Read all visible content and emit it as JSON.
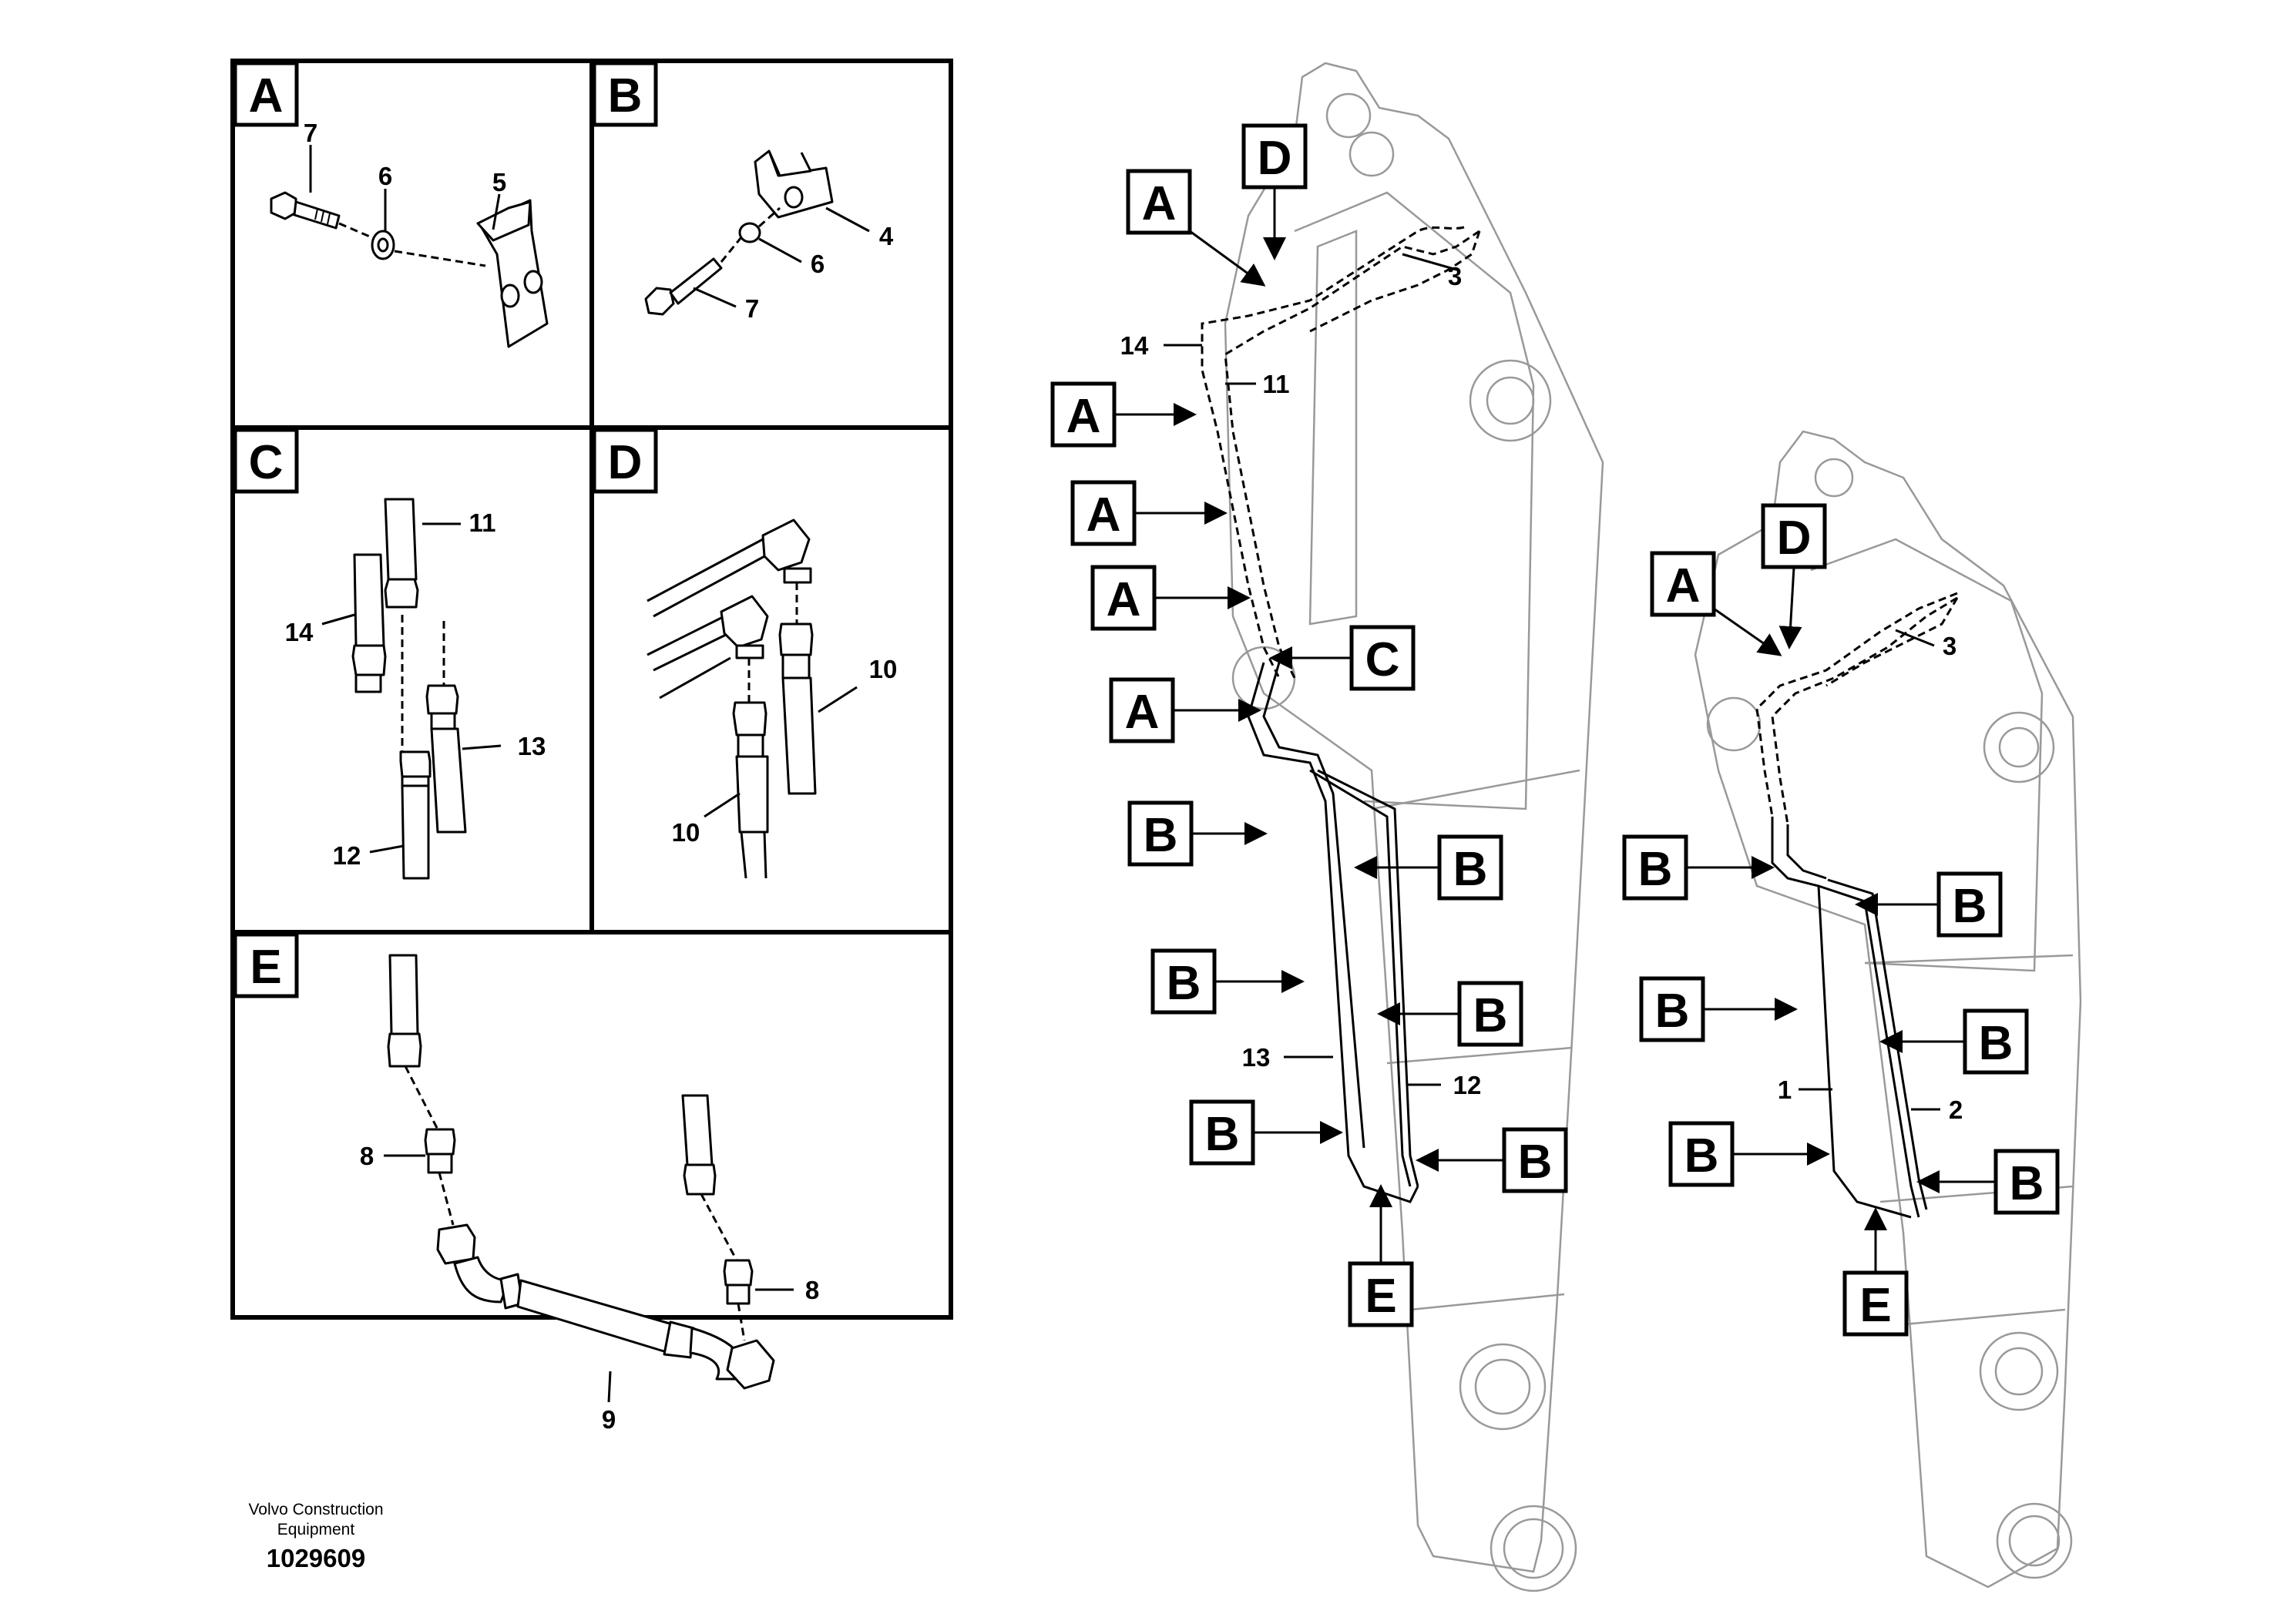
{
  "panels": {
    "A": {
      "tag": "A",
      "parts": {
        "bolt": "7",
        "washer": "6",
        "clamp": "5"
      }
    },
    "B": {
      "tag": "B",
      "parts": {
        "clamp": "4",
        "washer": "6",
        "bolt": "7"
      }
    },
    "C": {
      "tag": "C",
      "parts": {
        "hose_upper_right": "11",
        "hose_upper_left": "14",
        "hose_lower_right": "13",
        "hose_lower_left": "12"
      }
    },
    "D": {
      "tag": "D",
      "parts": {
        "hose_right": "10",
        "hose_left": "10"
      }
    },
    "E": {
      "tag": "E",
      "parts": {
        "adapter_left": "8",
        "adapter_right": "8",
        "hose": "9"
      }
    }
  },
  "boom_left": {
    "callouts": [
      "A",
      "D",
      "A",
      "A",
      "A",
      "C",
      "A",
      "B",
      "B",
      "B",
      "B",
      "B",
      "B",
      "E"
    ],
    "numbers": {
      "n3": "3",
      "n14": "14",
      "n11": "11",
      "n13": "13",
      "n12": "12"
    }
  },
  "boom_right": {
    "callouts": [
      "A",
      "D",
      "B",
      "B",
      "B",
      "B",
      "B",
      "B",
      "E"
    ],
    "numbers": {
      "n3": "3",
      "n1": "1",
      "n2": "2"
    }
  },
  "footer": {
    "brand_line1": "Volvo Construction",
    "brand_line2": "Equipment",
    "doc_number": "1029609"
  }
}
